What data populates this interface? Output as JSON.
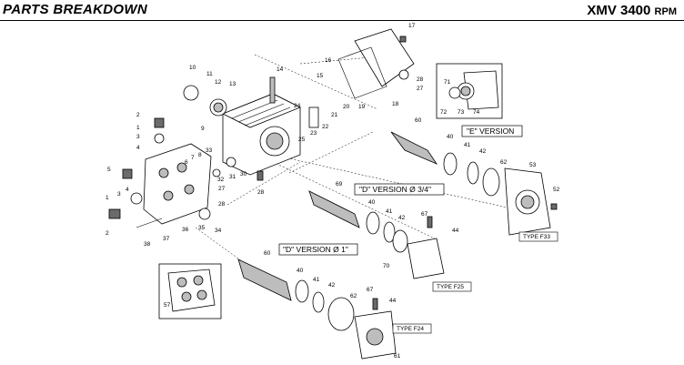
{
  "header": {
    "title": "PARTS BREAKDOWN",
    "model": "XMV 3400",
    "unit": "RPM"
  },
  "versions": {
    "e": "\"E\" VERSION",
    "d34": "\"D\" VERSION Ø 3/4\"",
    "d1": "\"D\" VERSION Ø 1\""
  },
  "types": {
    "f33": "TYPE F33",
    "f25": "TYPE F25",
    "f24": "TYPE F24"
  },
  "labels": {
    "p1a": "1",
    "p1b": "1",
    "p2a": "2",
    "p2b": "2",
    "p3a": "3",
    "p3b": "3",
    "p4a": "4",
    "p4b": "4",
    "p5": "5",
    "p6": "6",
    "p7": "7",
    "p8": "8",
    "p9": "9",
    "p10": "10",
    "p11": "11",
    "p12": "12",
    "p13": "13",
    "p14": "14",
    "p15": "15",
    "p16": "16",
    "p17": "17",
    "p18": "18",
    "p19": "19",
    "p20": "20",
    "p21": "21",
    "p22": "22",
    "p23": "23",
    "p24": "24",
    "p25": "25",
    "p27a": "27",
    "p27b": "27",
    "p28a": "28",
    "p28b": "28",
    "p28c": "28",
    "p30": "30",
    "p31": "31",
    "p32": "32",
    "p33": "33",
    "p34": "34",
    "p35": "35",
    "p36": "36",
    "p37": "37",
    "p38": "38",
    "p40a": "40",
    "p40b": "40",
    "p40c": "40",
    "p41a": "41",
    "p41b": "41",
    "p41c": "41",
    "p42a": "42",
    "p42b": "42",
    "p42c": "42",
    "p44a": "44",
    "p44b": "44",
    "p52": "52",
    "p53": "53",
    "p57": "57",
    "p60a": "60",
    "p60b": "60",
    "p61": "61",
    "p62a": "62",
    "p62b": "62",
    "p67a": "67",
    "p67b": "67",
    "p69": "69",
    "p70": "70",
    "p71": "71",
    "p72": "72",
    "p73": "73",
    "p74": "74"
  }
}
